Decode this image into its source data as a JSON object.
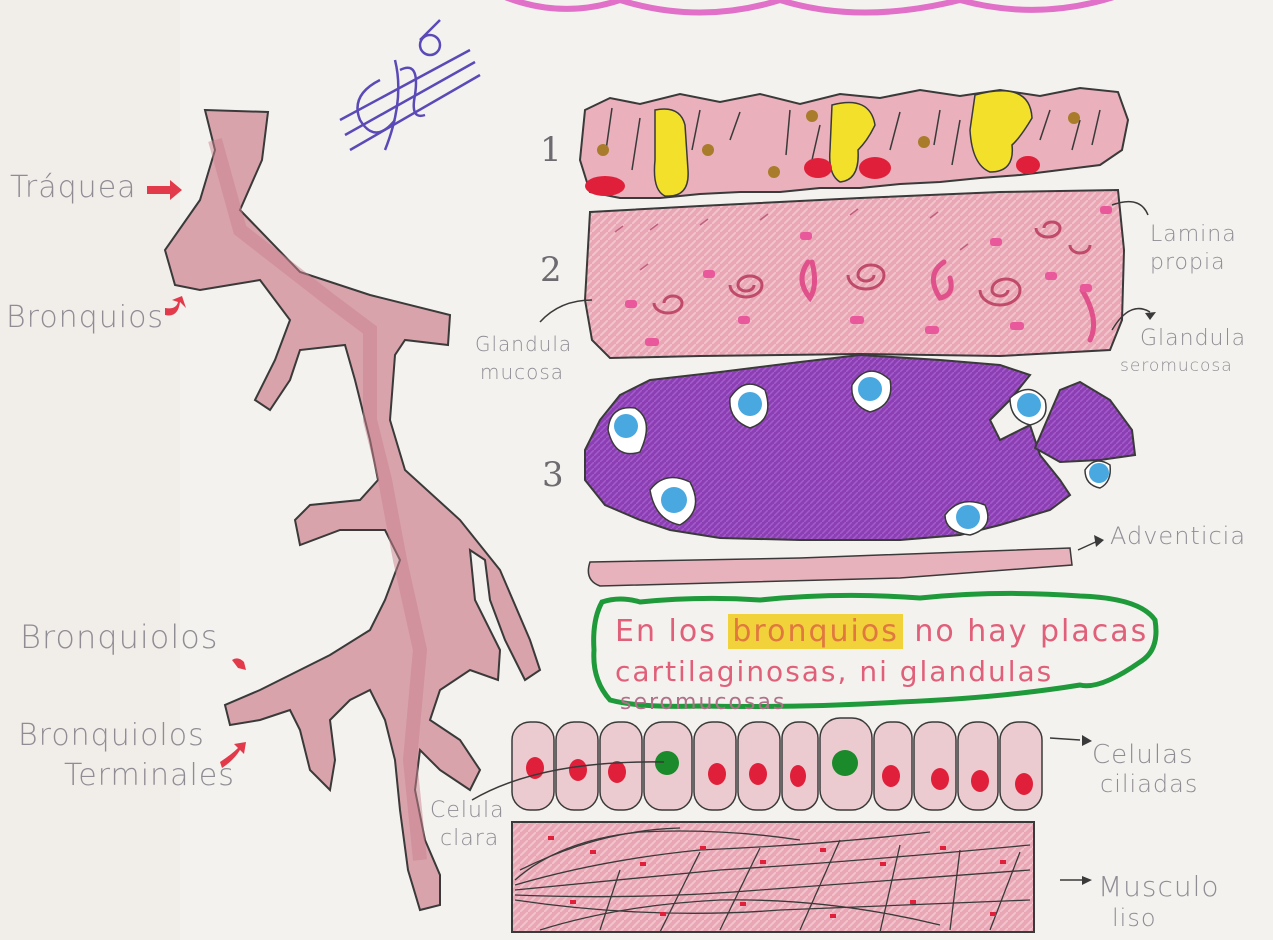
{
  "labels": {
    "traquea": "Tráquea",
    "bronquios": "Bronquios",
    "bronquiolos": "Bronquiolos",
    "bronquiolos_terminales_1": "Bronquiolos",
    "bronquiolos_terminales_2": "Terminales",
    "lamina_propia_1": "Lamina",
    "lamina_propia_2": "propia",
    "glandula_mucosa_1": "Glandula",
    "glandula_mucosa_2": "mucosa",
    "glandula_seromucosa_1": "Glandula",
    "glandula_seromucosa_2": "seromucosa",
    "adventicia": "Adventicia",
    "celulas_ciliadas_1": "Celulas",
    "celulas_ciliadas_2": "ciliadas",
    "celula_clara_1": "Celula",
    "celula_clara_2": "clara",
    "musculo_liso_1": "Musculo",
    "musculo_liso_2": "liso"
  },
  "layers": {
    "n1": "1",
    "n2": "2",
    "n3": "3"
  },
  "note": {
    "l1_a": "En los",
    "l1_hl": "bronquios",
    "l1_b": "no hay placas",
    "l2": "cartilaginosas, ni glandulas",
    "l3": "seromucosas"
  },
  "colors": {
    "airway": "#d9a3ab",
    "tissue": "#ecaab8",
    "goblet": "#f2e02a",
    "nucleus_red": "#e0203a",
    "cartilage": "#8b3fb0",
    "chondrocyte": "#4aa8e0",
    "frame_green": "#1f9a3a",
    "clara_nucleus": "#1a8a2a",
    "arrow": "#e23a4a",
    "border_pink": "#e070c8"
  },
  "icons": [
    "signature-icon",
    "red-arrow-icon"
  ]
}
